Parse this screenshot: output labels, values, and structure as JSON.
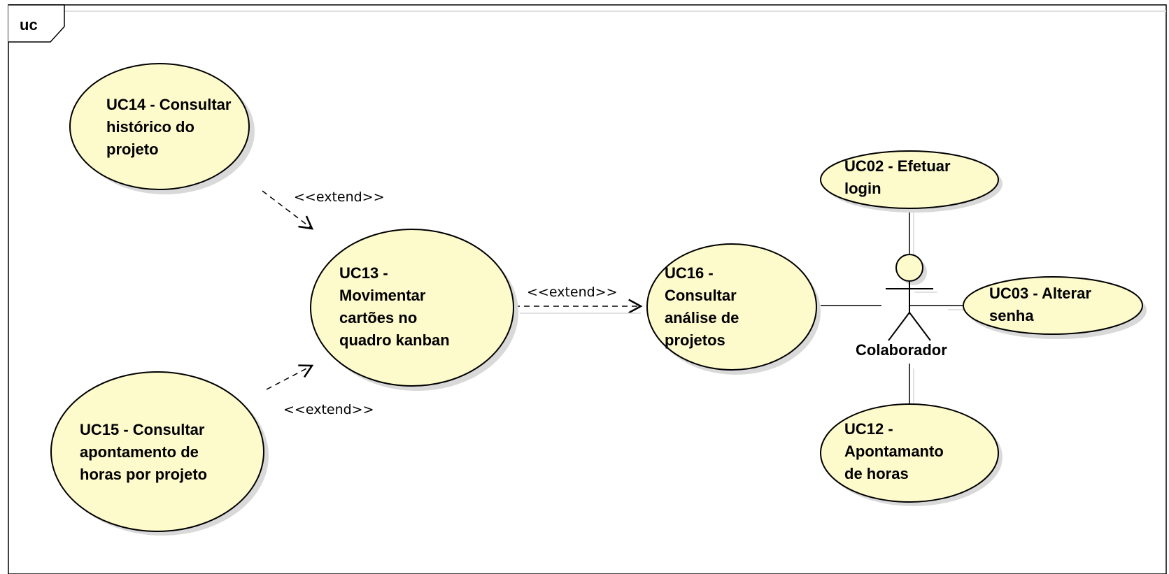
{
  "frame": {
    "tag": "uc"
  },
  "actor": {
    "name": "Colaborador"
  },
  "use_cases": {
    "uc14": [
      "UC14 - Consultar",
      "histórico do",
      "projeto"
    ],
    "uc15": [
      "UC15 - Consultar",
      "apontamento de",
      "horas por projeto"
    ],
    "uc13": [
      "UC13 -",
      "Movimentar",
      "cartões no",
      "quadro kanban"
    ],
    "uc16": [
      "UC16 -",
      "Consultar",
      "análise de",
      "projetos"
    ],
    "uc02": [
      "UC02 - Efetuar",
      "login"
    ],
    "uc03": [
      "UC03 - Alterar",
      "senha"
    ],
    "uc12": [
      "UC12 -",
      "Apontamanto",
      "de horas"
    ]
  },
  "relations": {
    "extend_14_13": "<<extend>>",
    "extend_15_13": "<<extend>>",
    "extend_13_16": "<<extend>>"
  },
  "colors": {
    "usecase_fill": "#fdfacc",
    "stroke": "#000000",
    "shadow": "#d9d9d9"
  }
}
